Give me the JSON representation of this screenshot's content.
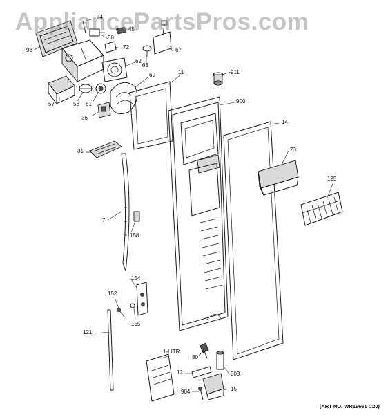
{
  "watermark": "AppliancePartsPros.com",
  "art_number": "(ART NO. WR19661 C20)",
  "callouts": {
    "c74": "74",
    "c45": "45",
    "c93": "93",
    "c58": "58",
    "c72": "72",
    "c67": "67",
    "c62": "62",
    "c63": "63",
    "c69": "69",
    "c11": "11",
    "c911": "911",
    "c900": "900",
    "c57": "57",
    "c56": "56",
    "c61": "61",
    "c36": "36",
    "c14": "14",
    "c23": "23",
    "c31": "31",
    "c125": "125",
    "c7": "7",
    "c158": "158",
    "c154": "154",
    "c152": "152",
    "c155": "155",
    "c121": "121",
    "c1litr": "1-LITR.",
    "c80": "80",
    "c12": "12",
    "c903": "903",
    "c904": "904",
    "c15": "15"
  }
}
